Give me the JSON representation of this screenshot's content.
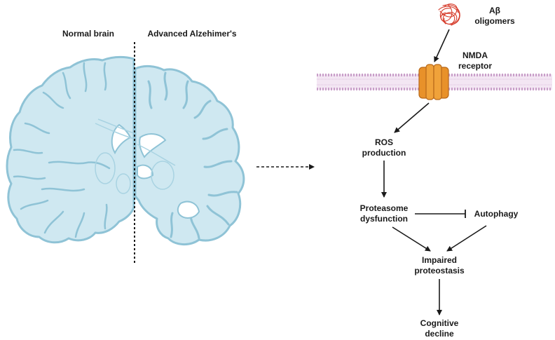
{
  "brain": {
    "normal_label": "Normal brain",
    "alzheimer_label": "Advanced Alzehimer's"
  },
  "pathway": {
    "abeta": [
      "Aβ",
      "oligomers"
    ],
    "nmda": [
      "NMDA",
      "receptor"
    ],
    "ros": [
      "ROS",
      "production"
    ],
    "proteasome": [
      "Proteasome",
      "dysfunction"
    ],
    "autophagy": [
      "Autophagy"
    ],
    "proteostasis": [
      "Impaired",
      "proteostasis"
    ],
    "cognitive": [
      "Cognitive",
      "decline"
    ]
  },
  "colors": {
    "brain_fill": "#cfe8f1",
    "brain_stroke": "#8fc3d6",
    "membrane": "#c9a0c9",
    "receptor": "#e8912a",
    "oligomer": "#d63b2a",
    "arrow": "#1a1a1a"
  }
}
